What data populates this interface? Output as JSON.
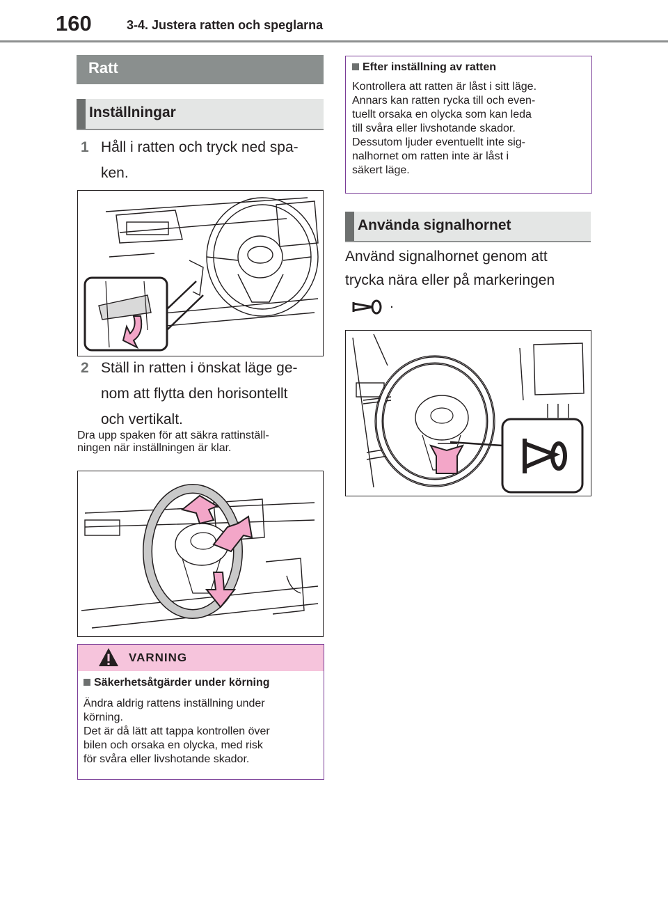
{
  "header": {
    "page_number": "160",
    "chapter_title": "3-4. Justera ratten och speglarna"
  },
  "left": {
    "section_title": "Ratt",
    "subsection_title": "Inställningar",
    "step1": {
      "num": "1",
      "line1": "Håll i ratten och tryck ned spa-",
      "line2": "ken."
    },
    "step2": {
      "num": "2",
      "line1": "Ställ in ratten i önskat läge ge-",
      "line2": "nom att flytta den horisontellt",
      "line3": "och vertikalt."
    },
    "note": {
      "line1": "Dra upp spaken för att säkra rattinställ-",
      "line2": "ningen när inställningen är klar."
    },
    "warning": {
      "title": "VARNING",
      "subtitle": "Säkerhetsåtgärder under körning",
      "lines": [
        "Ändra aldrig rattens inställning under",
        "körning.",
        "Det är då lätt att tappa kontrollen över",
        "bilen och orsaka en olycka, med risk",
        "för svåra eller livshotande skador."
      ]
    }
  },
  "right": {
    "info": {
      "subtitle": "Efter inställning av ratten",
      "lines": [
        "Kontrollera att ratten är låst i sitt läge.",
        "Annars kan ratten rycka till och even-",
        "tuellt orsaka en olycka som kan leda",
        "till svåra eller livshotande skador.",
        "Dessutom ljuder eventuellt inte sig-",
        "nalhornet om ratten inte är låst i",
        "säkert läge."
      ]
    },
    "horn_title": "Använda signalhornet",
    "horn_line1": "Använd signalhornet genom att",
    "horn_line2": "trycka nära eller på markeringen",
    "horn_period": "."
  },
  "figures": {
    "fig1_icon": "steering-lever-down-illustration",
    "fig2_icon": "steering-adjust-arrows-illustration",
    "fig3_icon": "horn-press-illustration"
  },
  "colors": {
    "warning_header": "#f6c4dc",
    "box_border": "#7a3d97",
    "arrow_fill": "#f3a6c8",
    "section_bar": "#8a8f8e"
  }
}
